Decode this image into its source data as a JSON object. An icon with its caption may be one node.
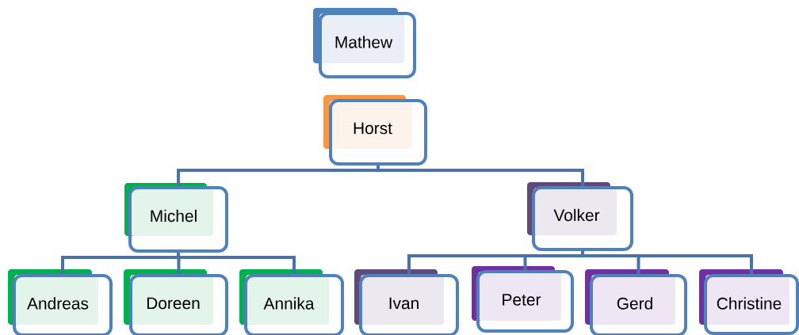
{
  "diagram": {
    "nodes": [
      {
        "text": [
          "Mathew"
        ]
      },
      {
        "text": [
          "Horst"
        ]
      },
      {
        "text": [
          "Michel"
        ]
      },
      {
        "text": [
          "Volker"
        ]
      },
      {
        "text": [
          "Andreas"
        ]
      },
      {
        "text": [
          "Doreen"
        ]
      },
      {
        "text": [
          "Annika"
        ]
      },
      {
        "text": [
          "Ivan"
        ]
      },
      {
        "text": [
          "Peter"
        ]
      },
      {
        "text": [
          "Gerd"
        ]
      },
      {
        "text": [
          "Christine"
        ]
      }
    ],
    "edges": [
      {
        "from": 1,
        "to": 2,
        "arrow": "none"
      },
      {
        "from": 1,
        "to": 3,
        "arrow": "none"
      },
      {
        "from": 2,
        "to": 4,
        "arrow": "none"
      },
      {
        "from": 2,
        "to": 5,
        "arrow": "none"
      },
      {
        "from": 2,
        "to": 6,
        "arrow": "none"
      },
      {
        "from": 3,
        "to": 7,
        "arrow": "none"
      },
      {
        "from": 3,
        "to": 8,
        "arrow": "none"
      },
      {
        "from": 3,
        "to": 9,
        "arrow": "none"
      },
      {
        "from": 3,
        "to": 10,
        "arrow": "none"
      }
    ]
  }
}
